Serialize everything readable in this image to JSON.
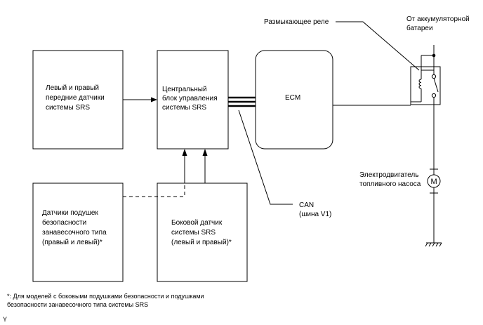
{
  "blocks": {
    "front_sensors": [
      "Левый и правый",
      "передние датчики",
      "системы SRS"
    ],
    "center_unit": [
      "Центральный",
      "блок управления",
      "системы SRS"
    ],
    "ecm": "ECM",
    "curtain_sensors": [
      "Датчики подушек",
      "безопасности",
      "занавесочного типа",
      "(правый и левый)*"
    ],
    "side_sensor": [
      "Боковой датчик",
      "системы SRS",
      "(левый и правый)*"
    ]
  },
  "labels": {
    "relay": "Размыкающее реле",
    "battery": [
      "От аккумуляторной",
      "батареи"
    ],
    "fuel_pump": [
      "Электродвигатель",
      "топливного насоса"
    ],
    "motor_symbol": "M",
    "can": [
      "CAN",
      "(шина V1)"
    ]
  },
  "footnote": [
    "*: Для моделей с боковыми подушками безопасности и подушками",
    "безопасности занавесочного типа системы SRS"
  ],
  "corner_mark": "Y"
}
